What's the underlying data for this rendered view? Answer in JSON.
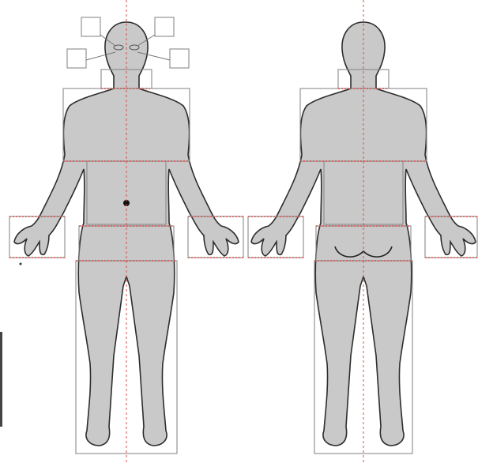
{
  "diagram": {
    "colors": {
      "body_fill": "#c9c9c9",
      "body_stroke": "#2d2d2d",
      "box_stroke": "#8a8a8a",
      "grid_red": "#d6504a",
      "background": "#ffffff"
    },
    "figures": [
      {
        "id": "front",
        "view": "anterior"
      },
      {
        "id": "back",
        "view": "posterior"
      }
    ]
  }
}
